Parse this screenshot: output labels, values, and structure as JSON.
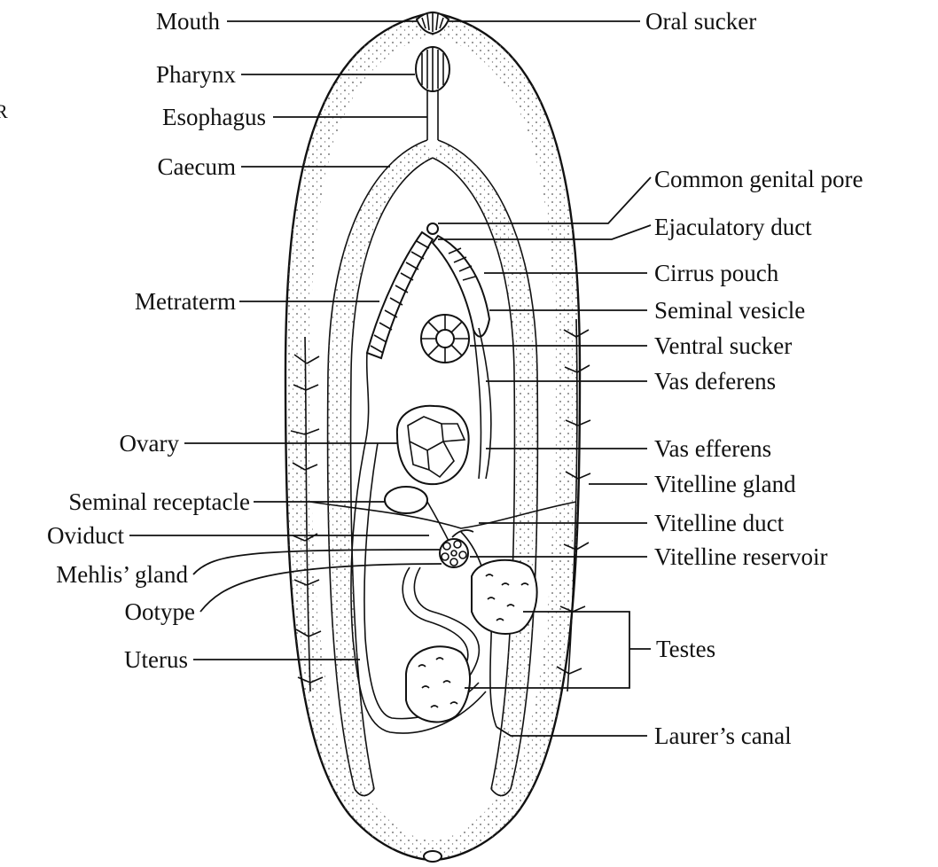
{
  "labels_left": [
    {
      "id": "mouth",
      "text": "Mouth"
    },
    {
      "id": "pharynx",
      "text": "Pharynx"
    },
    {
      "id": "esophagus",
      "text": "Esophagus"
    },
    {
      "id": "caecum",
      "text": "Caecum"
    },
    {
      "id": "metraterm",
      "text": "Metraterm"
    },
    {
      "id": "ovary",
      "text": "Ovary"
    },
    {
      "id": "seminal-receptacle",
      "text": "Seminal receptacle"
    },
    {
      "id": "oviduct",
      "text": "Oviduct"
    },
    {
      "id": "mehlis-gland",
      "text": "Mehlis’ gland"
    },
    {
      "id": "ootype",
      "text": "Ootype"
    },
    {
      "id": "uterus",
      "text": "Uterus"
    }
  ],
  "labels_right": [
    {
      "id": "oral-sucker",
      "text": "Oral sucker"
    },
    {
      "id": "common-genital-pore",
      "text": "Common genital pore"
    },
    {
      "id": "ejaculatory-duct",
      "text": "Ejaculatory duct"
    },
    {
      "id": "cirrus-pouch",
      "text": "Cirrus pouch"
    },
    {
      "id": "seminal-vesicle",
      "text": "Seminal vesicle"
    },
    {
      "id": "ventral-sucker",
      "text": "Ventral sucker"
    },
    {
      "id": "vas-deferens",
      "text": "Vas deferens"
    },
    {
      "id": "vas-efferens",
      "text": "Vas efferens"
    },
    {
      "id": "vitelline-gland",
      "text": "Vitelline gland"
    },
    {
      "id": "vitelline-duct",
      "text": "Vitelline duct"
    },
    {
      "id": "vitelline-reservoir",
      "text": "Vitelline reservoir"
    },
    {
      "id": "testes",
      "text": "Testes"
    },
    {
      "id": "laurers-canal",
      "text": "Laurer’s canal"
    }
  ],
  "stray_mark": "R"
}
